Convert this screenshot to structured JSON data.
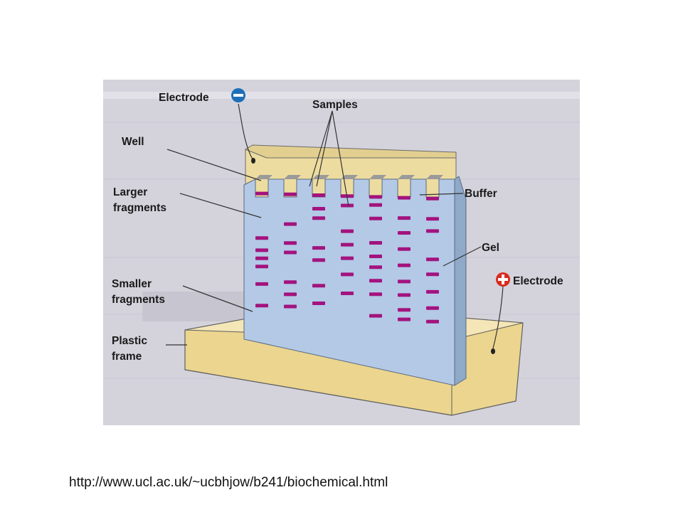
{
  "diagram": {
    "labels": {
      "electrode_negative": "Electrode",
      "electrode_positive": "Electrode",
      "samples": "Samples",
      "well": "Well",
      "larger_fragments": [
        "Larger",
        "fragments"
      ],
      "buffer": "Buffer",
      "gel": "Gel",
      "smaller_fragments": [
        "Smaller",
        "fragments"
      ],
      "plastic_frame": [
        "Plastic",
        "frame"
      ]
    },
    "symbols": {
      "negative": "−",
      "positive": "+"
    },
    "colors": {
      "gel": "#b3c9e6",
      "band": "#a3137e",
      "buffer": "#e8d69a",
      "negative_electrode": "#1c6fb8",
      "positive_electrode": "#d92c1e",
      "page_background": "#d4d3dc"
    },
    "lanes": [
      {
        "bands": [
          0.04,
          0.37,
          0.46,
          0.52,
          0.58,
          0.71,
          0.87
        ]
      },
      {
        "bands": [
          0.04,
          0.26,
          0.4,
          0.47,
          0.69,
          0.78,
          0.87
        ]
      },
      {
        "bands": [
          0.04,
          0.14,
          0.21,
          0.43,
          0.52,
          0.71,
          0.84
        ]
      },
      {
        "bands": [
          0.04,
          0.11,
          0.3,
          0.4,
          0.5,
          0.62,
          0.76
        ]
      },
      {
        "bands": [
          0.04,
          0.1,
          0.2,
          0.38,
          0.48,
          0.56,
          0.66,
          0.76,
          0.92
        ]
      },
      {
        "bands": [
          0.04,
          0.19,
          0.3,
          0.42,
          0.54,
          0.66,
          0.76,
          0.87,
          0.94
        ]
      },
      {
        "bands": [
          0.04,
          0.19,
          0.28,
          0.49,
          0.6,
          0.73,
          0.85,
          0.95
        ]
      }
    ]
  },
  "source_url": "http://www.ucl.ac.uk/~ucbhjow/b241/biochemical.html"
}
